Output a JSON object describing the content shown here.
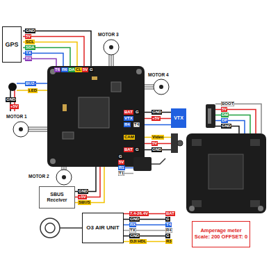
{
  "diagram": {
    "nodes": [
      {
        "text": [
          "GPS"
        ]
      },
      {
        "text": [
          "VTX"
        ]
      },
      {
        "text": [
          "SBUS Receiver"
        ]
      },
      {
        "text": [
          "O3 AIR UNIT"
        ]
      },
      {
        "text": [
          "Amperage meter Scale: 200 OFFSET: 0"
        ]
      }
    ],
    "labels": [
      "GND",
      "5V",
      "SCL",
      "SDA",
      "TX",
      "RX",
      "T6",
      "R6",
      "DA",
      "CL",
      "5V",
      "G",
      "MOTOR 3",
      "BUZ-",
      "LED",
      "GND",
      "+5V",
      "MOTOR 4",
      "MOTOR 1",
      "BAT",
      "G",
      "GND",
      "VTX",
      "+5V",
      "R4",
      "T4",
      "CAM",
      "Video",
      "5V",
      "GND",
      "BAT",
      "G",
      "BOOT",
      "5V",
      "DM",
      "DP",
      "GND",
      "MOTOR 2",
      "GND",
      "+5V",
      "SBUS",
      "G",
      "5V",
      "R1",
      "T1",
      "7.4-26.4V",
      "GND",
      "RX",
      "TX",
      "GND",
      "DJI HDL",
      "BAT",
      "G",
      "T4",
      "R4",
      "G",
      "R3"
    ]
  }
}
